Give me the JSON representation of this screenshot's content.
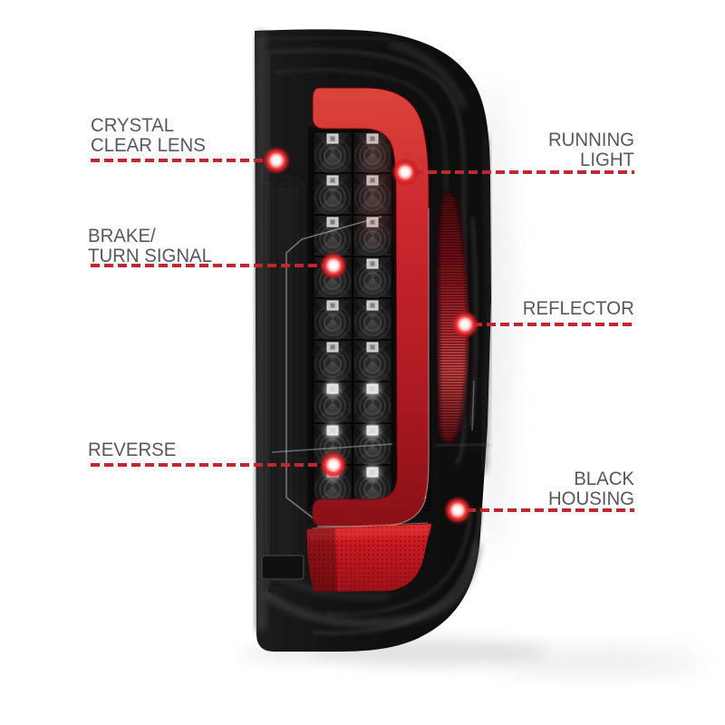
{
  "colors": {
    "background": "#ffffff",
    "label_text": "#57585a",
    "callout_red": "#c1272d",
    "lamp_bar_red": "#c6232b",
    "reflector_red": "#a61820",
    "housing_black": "#141414"
  },
  "callouts": {
    "crystal_clear_lens": {
      "line1": "CRYSTAL",
      "line2": "CLEAR LENS"
    },
    "brake_turn_signal": {
      "line1": "BRAKE/",
      "line2": "TURN SIGNAL"
    },
    "reverse": {
      "line1": "REVERSE"
    },
    "running_light": {
      "line1": "RUNNING",
      "line2": "LIGHT"
    },
    "reflector": {
      "line1": "REFLECTOR"
    },
    "black_housing": {
      "line1": "BLACK",
      "line2": "HOUSING"
    }
  }
}
